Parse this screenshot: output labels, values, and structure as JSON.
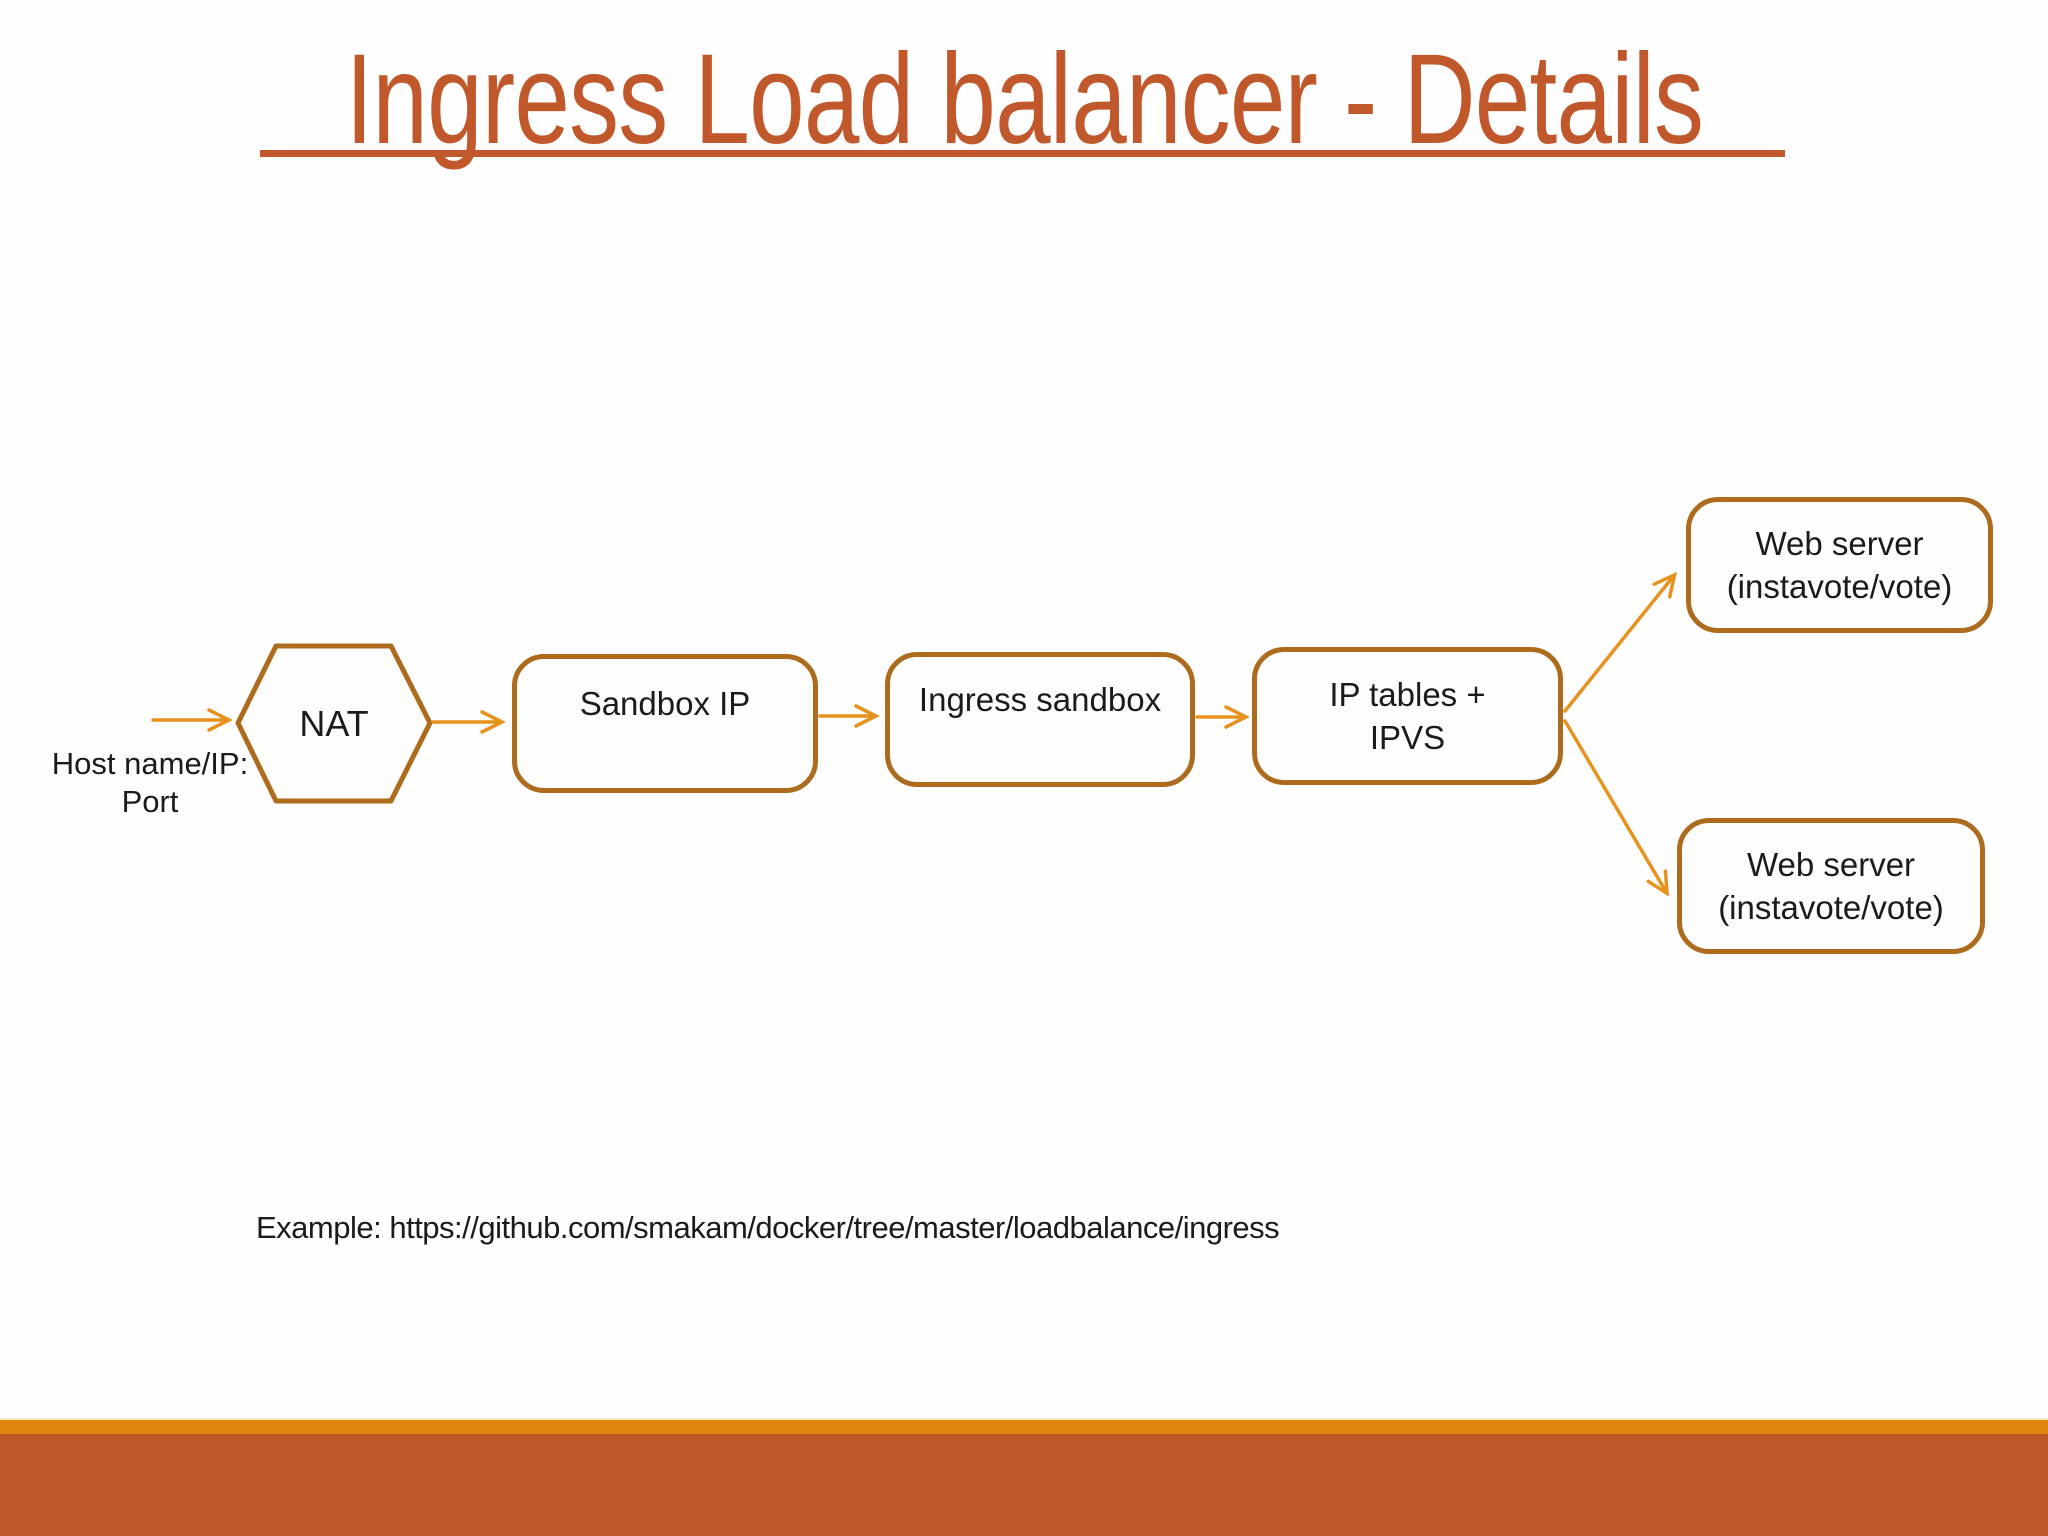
{
  "slide": {
    "title": "Ingress Load balancer - Details",
    "example_text": "Example: https://github.com/smakam/docker/tree/master/loadbalance/ingress"
  },
  "diagram": {
    "input": {
      "line1": "Host name/IP:",
      "line2": "Port"
    },
    "nodes": {
      "nat": {
        "label": "NAT",
        "shape": "hexagon"
      },
      "sandbox_ip": {
        "label": "Sandbox IP",
        "shape": "rounded-rect"
      },
      "ingress_sandbox": {
        "label": "Ingress sandbox",
        "shape": "rounded-rect"
      },
      "ip_tables": {
        "line1": "IP tables +",
        "line2": "IPVS",
        "shape": "rounded-rect"
      },
      "web_top": {
        "line1": "Web server",
        "line2": "(instavote/vote)",
        "shape": "rounded-rect"
      },
      "web_bottom": {
        "line1": "Web server",
        "line2": "(instavote/vote)",
        "shape": "rounded-rect"
      }
    },
    "flow": [
      "Host name/IP: Port -> NAT",
      "NAT -> Sandbox IP",
      "Sandbox IP -> Ingress sandbox",
      "Ingress sandbox -> IP tables + IPVS",
      "IP tables + IPVS -> Web server (instavote/vote) [top]",
      "IP tables + IPVS -> Web server (instavote/vote) [bottom]"
    ]
  },
  "colors": {
    "title": "#C1582C",
    "box_border": "#AC6B1D",
    "arrow": "#E6921E",
    "node_fill": "#FDFDFB",
    "footer_strip": "#E1860F",
    "footer_bar": "#BD5828",
    "text": "#1B1B1B",
    "background": "#FEFEFE"
  }
}
